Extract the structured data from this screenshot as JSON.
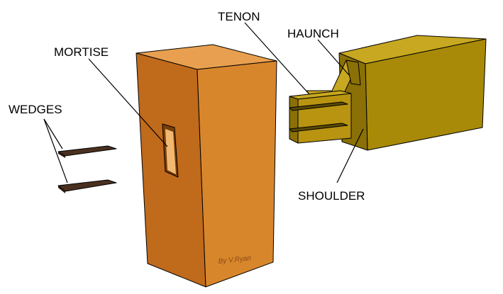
{
  "labels": {
    "tenon": "TENON",
    "haunch": "HAUNCH",
    "mortise": "MORTISE",
    "wedges": "WEDGES",
    "shoulder": "SHOULDER"
  },
  "credit": "By V.Ryan",
  "colors": {
    "mortise_front": "#d8862c",
    "mortise_side": "#c06a1c",
    "mortise_top": "#e8a050",
    "tenon_front": "#a88a08",
    "tenon_top": "#c8a820",
    "tenon_side": "#8a7006",
    "wedge": "#4a3020"
  }
}
